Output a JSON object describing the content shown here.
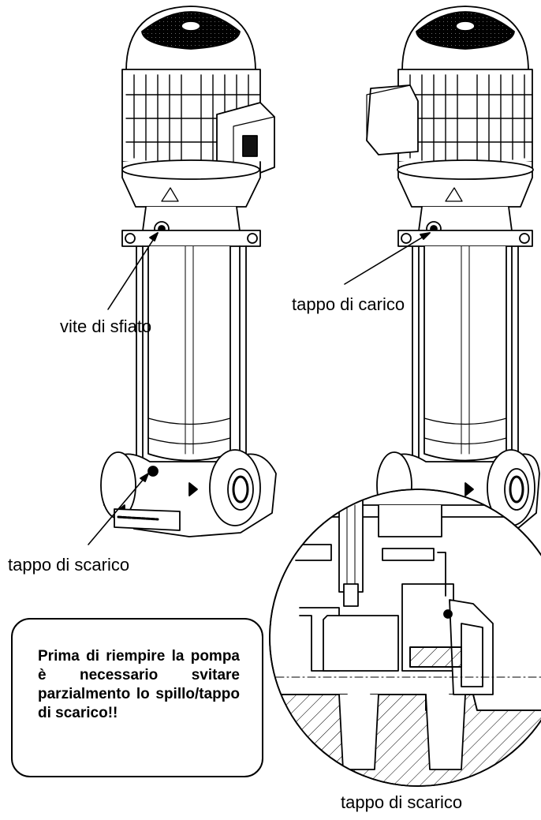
{
  "labels": {
    "vent_screw": "vite di sfiato",
    "fill_plug": "tappo di carico",
    "drain_plug_left": "tappo di scarico",
    "drain_plug_detail": "tappo di scarico"
  },
  "note": {
    "text": "Prima di riempire la pompa è necessario svitare parzialmento lo spillo/tappo di scarico!!"
  }
}
